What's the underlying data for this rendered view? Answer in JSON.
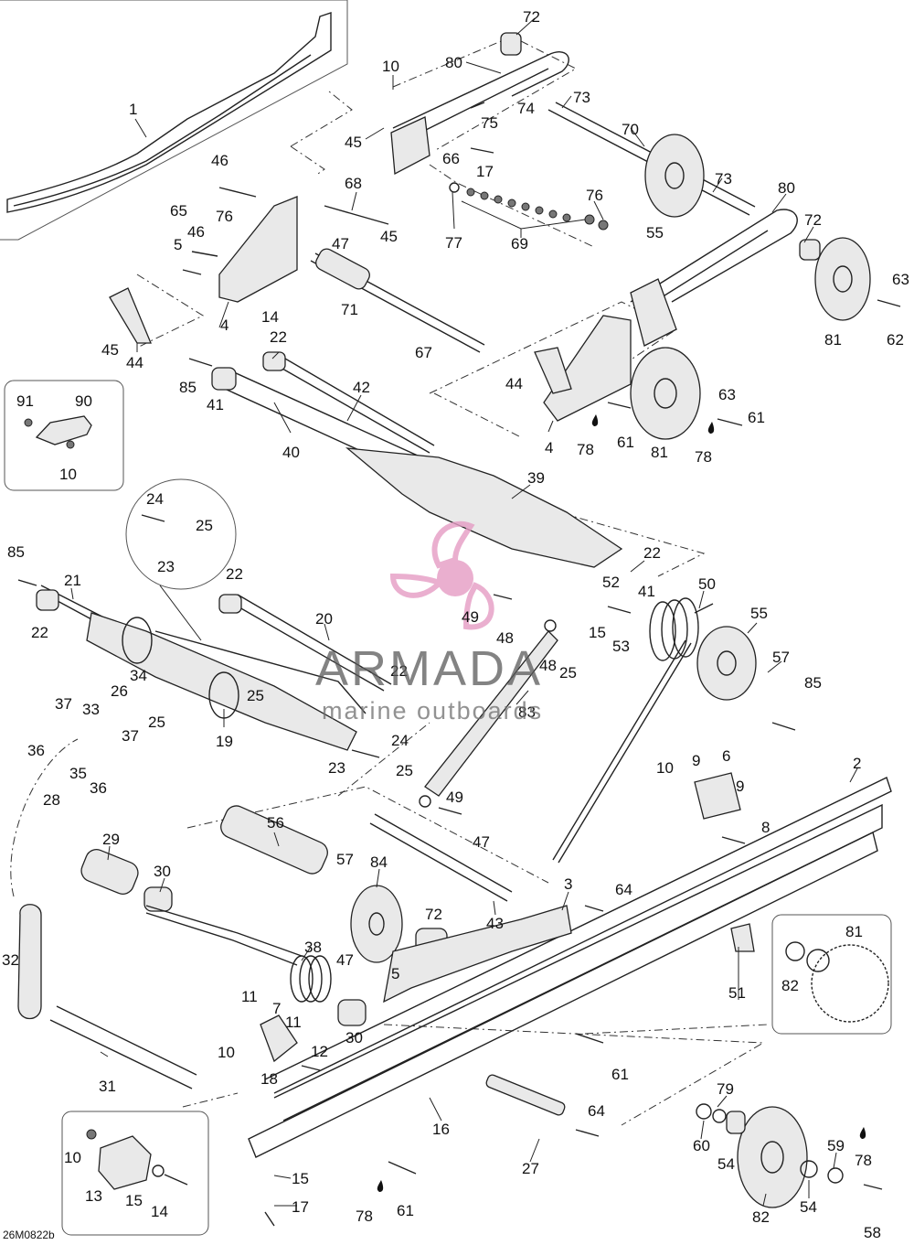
{
  "diagram": {
    "drawing_code": "26M0822b",
    "watermark": {
      "title": "ARMADA",
      "subtitle": "marine outboards"
    },
    "labels": [
      {
        "id": "l1",
        "text": "1"
      },
      {
        "id": "l2",
        "text": "2"
      },
      {
        "id": "l3",
        "text": "3"
      },
      {
        "id": "l4a",
        "text": "4"
      },
      {
        "id": "l4b",
        "text": "4"
      },
      {
        "id": "l5a",
        "text": "5"
      },
      {
        "id": "l5b",
        "text": "5"
      },
      {
        "id": "l6",
        "text": "6"
      },
      {
        "id": "l7",
        "text": "7"
      },
      {
        "id": "l8",
        "text": "8"
      },
      {
        "id": "l9a",
        "text": "9"
      },
      {
        "id": "l9b",
        "text": "9"
      },
      {
        "id": "l10a",
        "text": "10"
      },
      {
        "id": "l10b",
        "text": "10"
      },
      {
        "id": "l10c",
        "text": "10"
      },
      {
        "id": "l10d",
        "text": "10"
      },
      {
        "id": "l10e",
        "text": "10"
      },
      {
        "id": "l11a",
        "text": "11"
      },
      {
        "id": "l11b",
        "text": "11"
      },
      {
        "id": "l12",
        "text": "12"
      },
      {
        "id": "l13",
        "text": "13"
      },
      {
        "id": "l14a",
        "text": "14"
      },
      {
        "id": "l14b",
        "text": "14"
      },
      {
        "id": "l15a",
        "text": "15"
      },
      {
        "id": "l15b",
        "text": "15"
      },
      {
        "id": "l15c",
        "text": "15"
      },
      {
        "id": "l16",
        "text": "16"
      },
      {
        "id": "l17a",
        "text": "17"
      },
      {
        "id": "l17b",
        "text": "17"
      },
      {
        "id": "l18",
        "text": "18"
      },
      {
        "id": "l19",
        "text": "19"
      },
      {
        "id": "l20",
        "text": "20"
      },
      {
        "id": "l21",
        "text": "21"
      },
      {
        "id": "l22a",
        "text": "22"
      },
      {
        "id": "l22b",
        "text": "22"
      },
      {
        "id": "l22c",
        "text": "22"
      },
      {
        "id": "l22d",
        "text": "22"
      },
      {
        "id": "l22e",
        "text": "22"
      },
      {
        "id": "l23a",
        "text": "23"
      },
      {
        "id": "l23b",
        "text": "23"
      },
      {
        "id": "l24a",
        "text": "24"
      },
      {
        "id": "l24b",
        "text": "24"
      },
      {
        "id": "l25a",
        "text": "25"
      },
      {
        "id": "l25b",
        "text": "25"
      },
      {
        "id": "l25c",
        "text": "25"
      },
      {
        "id": "l25d",
        "text": "25"
      },
      {
        "id": "l25e",
        "text": "25"
      },
      {
        "id": "l26",
        "text": "26"
      },
      {
        "id": "l27",
        "text": "27"
      },
      {
        "id": "l28",
        "text": "28"
      },
      {
        "id": "l29",
        "text": "29"
      },
      {
        "id": "l30a",
        "text": "30"
      },
      {
        "id": "l30b",
        "text": "30"
      },
      {
        "id": "l31",
        "text": "31"
      },
      {
        "id": "l32",
        "text": "32"
      },
      {
        "id": "l33",
        "text": "33"
      },
      {
        "id": "l34",
        "text": "34"
      },
      {
        "id": "l35",
        "text": "35"
      },
      {
        "id": "l36a",
        "text": "36"
      },
      {
        "id": "l36b",
        "text": "36"
      },
      {
        "id": "l37a",
        "text": "37"
      },
      {
        "id": "l37b",
        "text": "37"
      },
      {
        "id": "l38",
        "text": "38"
      },
      {
        "id": "l39",
        "text": "39"
      },
      {
        "id": "l40",
        "text": "40"
      },
      {
        "id": "l41a",
        "text": "41"
      },
      {
        "id": "l41b",
        "text": "41"
      },
      {
        "id": "l42",
        "text": "42"
      },
      {
        "id": "l43",
        "text": "43"
      },
      {
        "id": "l44a",
        "text": "44"
      },
      {
        "id": "l44b",
        "text": "44"
      },
      {
        "id": "l45a",
        "text": "45"
      },
      {
        "id": "l45b",
        "text": "45"
      },
      {
        "id": "l45c",
        "text": "45"
      },
      {
        "id": "l46a",
        "text": "46"
      },
      {
        "id": "l46b",
        "text": "46"
      },
      {
        "id": "l47a",
        "text": "47"
      },
      {
        "id": "l47b",
        "text": "47"
      },
      {
        "id": "l47c",
        "text": "47"
      },
      {
        "id": "l48a",
        "text": "48"
      },
      {
        "id": "l48b",
        "text": "48"
      },
      {
        "id": "l49a",
        "text": "49"
      },
      {
        "id": "l49b",
        "text": "49"
      },
      {
        "id": "l50",
        "text": "50"
      },
      {
        "id": "l51",
        "text": "51"
      },
      {
        "id": "l52",
        "text": "52"
      },
      {
        "id": "l53",
        "text": "53"
      },
      {
        "id": "l54a",
        "text": "54"
      },
      {
        "id": "l54b",
        "text": "54"
      },
      {
        "id": "l55a",
        "text": "55"
      },
      {
        "id": "l55b",
        "text": "55"
      },
      {
        "id": "l56",
        "text": "56"
      },
      {
        "id": "l57a",
        "text": "57"
      },
      {
        "id": "l57b",
        "text": "57"
      },
      {
        "id": "l58",
        "text": "58"
      },
      {
        "id": "l59",
        "text": "59"
      },
      {
        "id": "l60",
        "text": "60"
      },
      {
        "id": "l61a",
        "text": "61"
      },
      {
        "id": "l61b",
        "text": "61"
      },
      {
        "id": "l61c",
        "text": "61"
      },
      {
        "id": "l61d",
        "text": "61"
      },
      {
        "id": "l62",
        "text": "62"
      },
      {
        "id": "l63a",
        "text": "63"
      },
      {
        "id": "l63b",
        "text": "63"
      },
      {
        "id": "l64a",
        "text": "64"
      },
      {
        "id": "l64b",
        "text": "64"
      },
      {
        "id": "l65",
        "text": "65"
      },
      {
        "id": "l66",
        "text": "66"
      },
      {
        "id": "l67",
        "text": "67"
      },
      {
        "id": "l68",
        "text": "68"
      },
      {
        "id": "l69",
        "text": "69"
      },
      {
        "id": "l70",
        "text": "70"
      },
      {
        "id": "l71",
        "text": "71"
      },
      {
        "id": "l72a",
        "text": "72"
      },
      {
        "id": "l72b",
        "text": "72"
      },
      {
        "id": "l72c",
        "text": "72"
      },
      {
        "id": "l73a",
        "text": "73"
      },
      {
        "id": "l73b",
        "text": "73"
      },
      {
        "id": "l74",
        "text": "74"
      },
      {
        "id": "l75",
        "text": "75"
      },
      {
        "id": "l76a",
        "text": "76"
      },
      {
        "id": "l76b",
        "text": "76"
      },
      {
        "id": "l77",
        "text": "77"
      },
      {
        "id": "l78a",
        "text": "78"
      },
      {
        "id": "l78b",
        "text": "78"
      },
      {
        "id": "l78c",
        "text": "78"
      },
      {
        "id": "l78d",
        "text": "78"
      },
      {
        "id": "l79",
        "text": "79"
      },
      {
        "id": "l80a",
        "text": "80"
      },
      {
        "id": "l80b",
        "text": "80"
      },
      {
        "id": "l81a",
        "text": "81"
      },
      {
        "id": "l81b",
        "text": "81"
      },
      {
        "id": "l81c",
        "text": "81"
      },
      {
        "id": "l82a",
        "text": "82"
      },
      {
        "id": "l82b",
        "text": "82"
      },
      {
        "id": "l83",
        "text": "83"
      },
      {
        "id": "l84",
        "text": "84"
      },
      {
        "id": "l85a",
        "text": "85"
      },
      {
        "id": "l85b",
        "text": "85"
      },
      {
        "id": "l85c",
        "text": "85"
      },
      {
        "id": "l90",
        "text": "90"
      },
      {
        "id": "l91",
        "text": "91"
      }
    ]
  },
  "colors": {
    "line": "#222222",
    "watermark_logo": "#e59cc4"
  }
}
